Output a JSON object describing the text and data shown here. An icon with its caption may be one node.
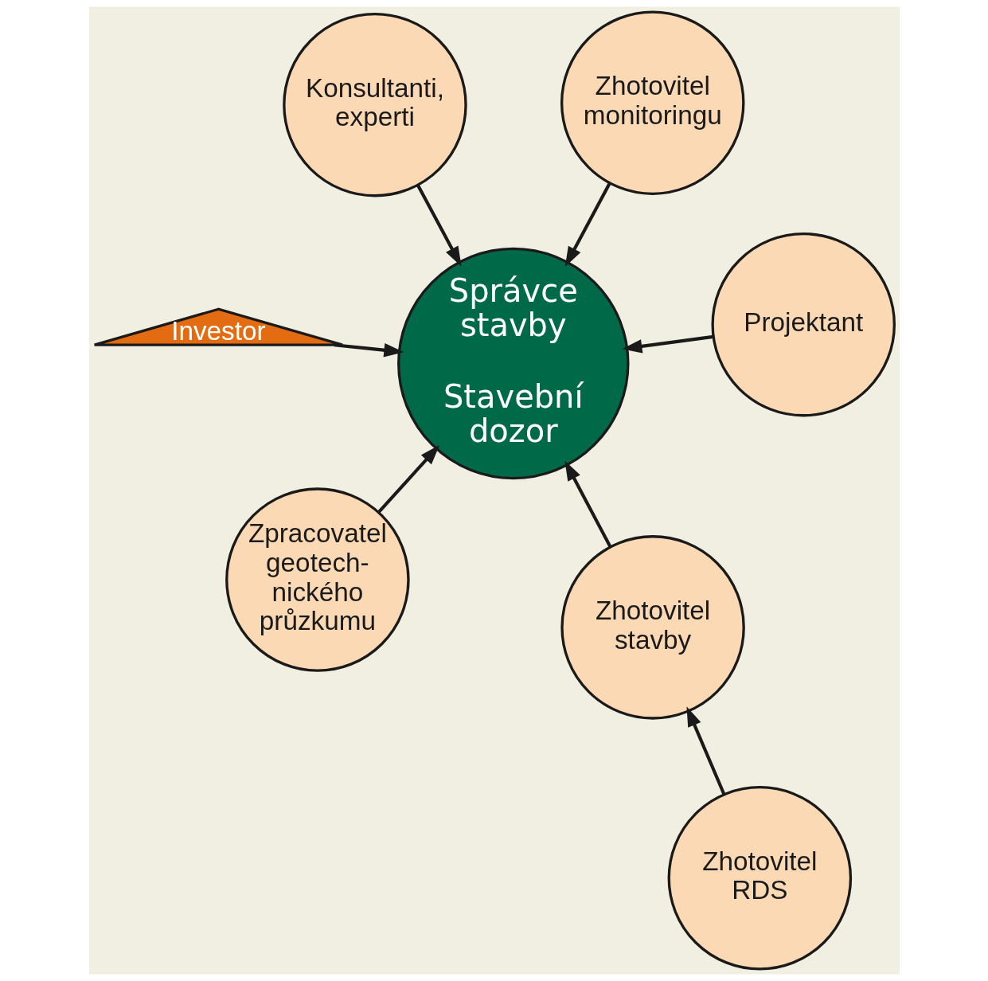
{
  "diagram": {
    "nodes": [
      {
        "text": [
          "Investor"
        ]
      },
      {
        "text": [
          "Projektant"
        ]
      },
      {
        "text": [
          "Zpracovatel geotech- nického průzkumu"
        ]
      },
      {
        "text": [
          "Zhotovitel monitoringu"
        ]
      },
      {
        "text": [
          "Správce stavby",
          "Stavební dozor"
        ]
      },
      {
        "text": [
          "Konsultanti, experti"
        ]
      },
      {
        "text": [
          "Zhotovitel RDS"
        ]
      },
      {
        "text": [
          "Zhotovitel stavby"
        ]
      }
    ],
    "edges": [
      {
        "from": 0,
        "to": 4,
        "arrow": "to"
      },
      {
        "from": 1,
        "to": 4,
        "arrow": "to"
      },
      {
        "from": 2,
        "to": 4,
        "arrow": "to"
      },
      {
        "from": 3,
        "to": 4,
        "arrow": "to"
      },
      {
        "from": 5,
        "to": 4,
        "arrow": "to"
      },
      {
        "from": 7,
        "to": 4,
        "arrow": "to"
      },
      {
        "from": 6,
        "to": 7,
        "arrow": "to"
      }
    ]
  }
}
